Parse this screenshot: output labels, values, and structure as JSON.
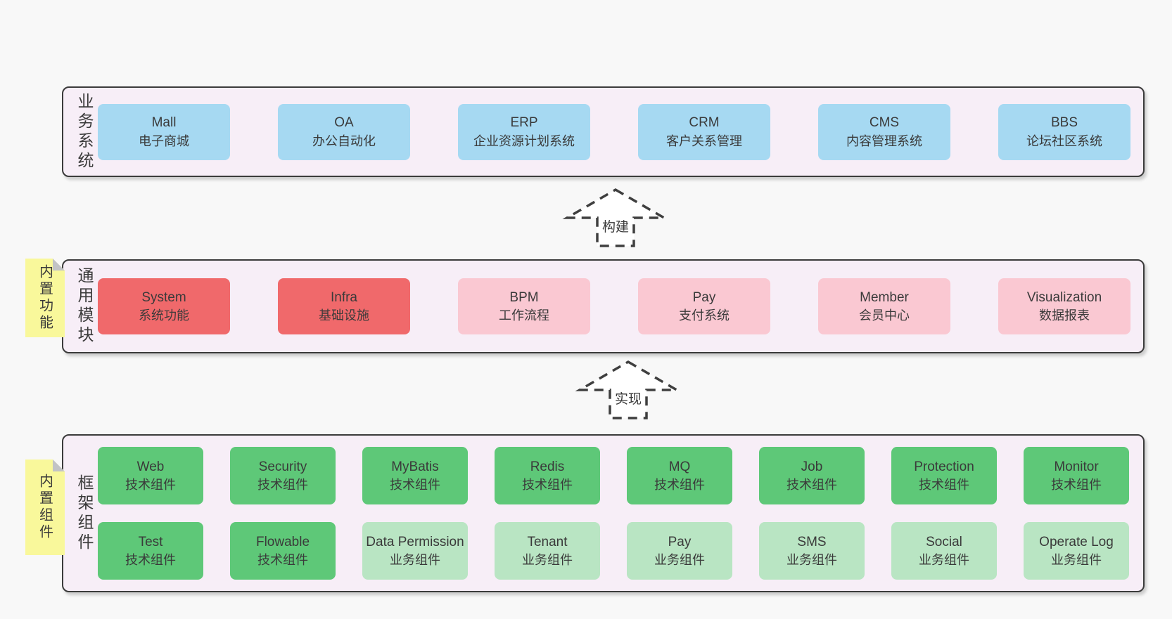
{
  "colors": {
    "page_bg": "#f8f8f8",
    "layer_bg": "#f7eef7",
    "layer_border": "#3b3b3b",
    "box_blue": "#a6d9f2",
    "box_red": "#f0696b",
    "box_pink": "#fac8d2",
    "box_green": "#5ec878",
    "box_light_green": "#b9e5c3",
    "note_yellow": "#f9f89b",
    "text": "#3a3a3a"
  },
  "arrows": {
    "build": "构建",
    "implement": "实现"
  },
  "layers": {
    "business": {
      "label": "业务系统",
      "boxes": [
        {
          "title": "Mall",
          "subtitle": "电子商城"
        },
        {
          "title": "OA",
          "subtitle": "办公自动化"
        },
        {
          "title": "ERP",
          "subtitle": "企业资源计划系统"
        },
        {
          "title": "CRM",
          "subtitle": "客户关系管理"
        },
        {
          "title": "CMS",
          "subtitle": "内容管理系统"
        },
        {
          "title": "BBS",
          "subtitle": "论坛社区系统"
        }
      ]
    },
    "modules": {
      "label": "通用模块",
      "note": "内置功能",
      "boxes": [
        {
          "title": "System",
          "subtitle": "系统功能"
        },
        {
          "title": "Infra",
          "subtitle": "基础设施"
        },
        {
          "title": "BPM",
          "subtitle": "工作流程"
        },
        {
          "title": "Pay",
          "subtitle": "支付系统"
        },
        {
          "title": "Member",
          "subtitle": "会员中心"
        },
        {
          "title": "Visualization",
          "subtitle": "数据报表"
        }
      ]
    },
    "components": {
      "label": "框架组件",
      "note": "内置组件",
      "row1": [
        {
          "title": "Web",
          "subtitle": "技术组件"
        },
        {
          "title": "Security",
          "subtitle": "技术组件"
        },
        {
          "title": "MyBatis",
          "subtitle": "技术组件"
        },
        {
          "title": "Redis",
          "subtitle": "技术组件"
        },
        {
          "title": "MQ",
          "subtitle": "技术组件"
        },
        {
          "title": "Job",
          "subtitle": "技术组件"
        },
        {
          "title": "Protection",
          "subtitle": "技术组件"
        },
        {
          "title": "Monitor",
          "subtitle": "技术组件"
        }
      ],
      "row2": [
        {
          "title": "Test",
          "subtitle": "技术组件"
        },
        {
          "title": "Flowable",
          "subtitle": "技术组件"
        },
        {
          "title": "Data Permission",
          "subtitle": "业务组件"
        },
        {
          "title": "Tenant",
          "subtitle": "业务组件"
        },
        {
          "title": "Pay",
          "subtitle": "业务组件"
        },
        {
          "title": "SMS",
          "subtitle": "业务组件"
        },
        {
          "title": "Social",
          "subtitle": "业务组件"
        },
        {
          "title": "Operate Log",
          "subtitle": "业务组件"
        }
      ]
    }
  }
}
